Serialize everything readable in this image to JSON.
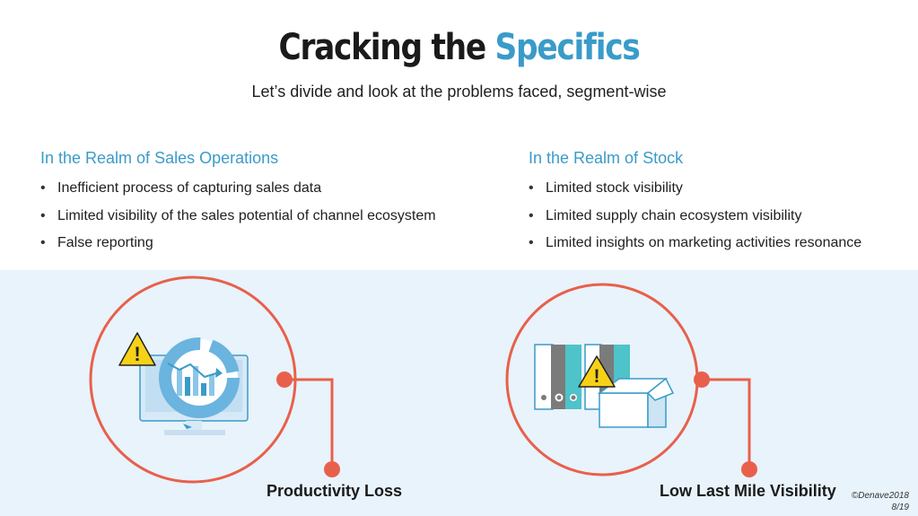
{
  "title": {
    "part1": "Cracking the ",
    "part2": "Specifics"
  },
  "subtitle": "Let’s divide and look at the problems faced, segment-wise",
  "left_column": {
    "heading": "In the Realm of Sales Operations",
    "items": [
      "Inefficient process of capturing sales data",
      "Limited visibility of the sales potential of channel ecosystem",
      "False reporting"
    ]
  },
  "right_column": {
    "heading": "In the Realm of Stock",
    "items": [
      "Limited stock visibility",
      "Limited supply chain ecosystem visibility",
      "Limited insights on marketing activities resonance"
    ]
  },
  "captions": {
    "left": "Productivity Loss",
    "right": "Low Last Mile Visibility"
  },
  "footer": {
    "copyright": "©Denave2018",
    "page": "8/19"
  },
  "warning_symbol": "!",
  "colors": {
    "accent": "#3a9bc9",
    "ring": "#e8604c",
    "band": "#e8f3fb"
  }
}
